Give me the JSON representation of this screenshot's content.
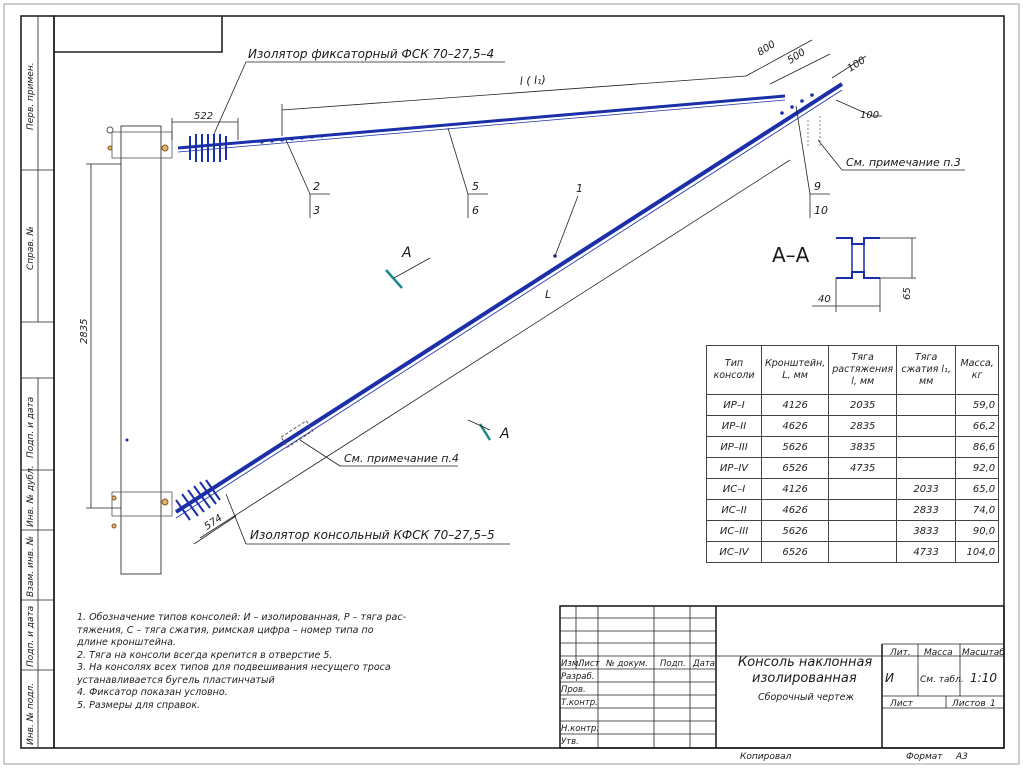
{
  "labels": {
    "insulator_top": "Изолятор фиксаторный ФСК 70–27,5–4",
    "insulator_bottom": "Изолятор консольный КФСК 70–27,5–5",
    "dim_522": "522",
    "dim_574": "574",
    "dim_2835": "2835",
    "dim_800": "800",
    "dim_500": "500",
    "dim_100a": "100",
    "dim_100b": "100",
    "dim_l_l1": "l ( l₁)",
    "dim_L": "L",
    "pos_1": "1",
    "pos_2": "2",
    "pos_3": "3",
    "pos_5": "5",
    "pos_6": "6",
    "pos_9": "9",
    "pos_10": "10",
    "note_ref_3": "См. примечание п.3",
    "note_ref_4": "См. примечание п.4",
    "section_mark": "A",
    "section_mark2": "A",
    "section_title": "A–A",
    "section_dim_40": "40",
    "section_dim_65": "65"
  },
  "side_strip": [
    "Перв. примен.",
    "Справ. №",
    "Подп. и дата",
    "Инв. № дубл.",
    "Взам. инв. №",
    "Подп. и дата",
    "Инв. № подл."
  ],
  "table": {
    "headers": [
      "Тип консоли",
      "Кронштейн, L, мм",
      "Тяга растяжения l, мм",
      "Тяга сжатия l₁, мм",
      "Масса, кг"
    ],
    "rows": [
      [
        "ИР–I",
        "4126",
        "2035",
        "",
        "59,0"
      ],
      [
        "ИР–II",
        "4626",
        "2835",
        "",
        "66,2"
      ],
      [
        "ИР–III",
        "5626",
        "3835",
        "",
        "86,6"
      ],
      [
        "ИР–IV",
        "6526",
        "4735",
        "",
        "92,0"
      ],
      [
        "ИС–I",
        "4126",
        "",
        "2033",
        "65,0"
      ],
      [
        "ИС–II",
        "4626",
        "",
        "2833",
        "74,0"
      ],
      [
        "ИС–III",
        "5626",
        "",
        "3833",
        "90,0"
      ],
      [
        "ИС–IV",
        "6526",
        "",
        "4733",
        "104,0"
      ]
    ]
  },
  "notes": [
    "1. Обозначение типов консолей: И – изолированная, Р – тяга рас-",
    "тяжения, С – тяга сжатия, римская цифра – номер типа по",
    "длине кронштейна.",
    "2. Тяга на консоли всегда крепится в отверстие 5.",
    "3. На консолях всех типов для подвешивания несущего троса",
    "   устанавливается бугель пластинчатый",
    "4. Фиксатор показан условно.",
    "5. Размеры для справок."
  ],
  "title_block": {
    "title_line1": "Консоль наклонная",
    "title_line2": "изолированная",
    "subtitle": "Сборочный чертеж",
    "col_izm": "Изм.",
    "col_list": "Лист",
    "col_doc": "№ докум.",
    "col_sign": "Подп.",
    "col_date": "Дата",
    "row_razrab": "Разраб.",
    "row_prov": "Пров.",
    "row_tkontr": "Т.контр.",
    "row_nkontr": "Н.контр.",
    "row_utv": "Утв.",
    "lit": "Лит.",
    "massa": "Масса",
    "masshtab": "Масштаб",
    "lit_val": "И",
    "massa_val": "См. табл.",
    "scale_val": "1:10",
    "list": "Лист",
    "listov": "Листов",
    "listov_val": "1",
    "copied": "Копировал",
    "format": "Формат",
    "format_val": "А3"
  }
}
